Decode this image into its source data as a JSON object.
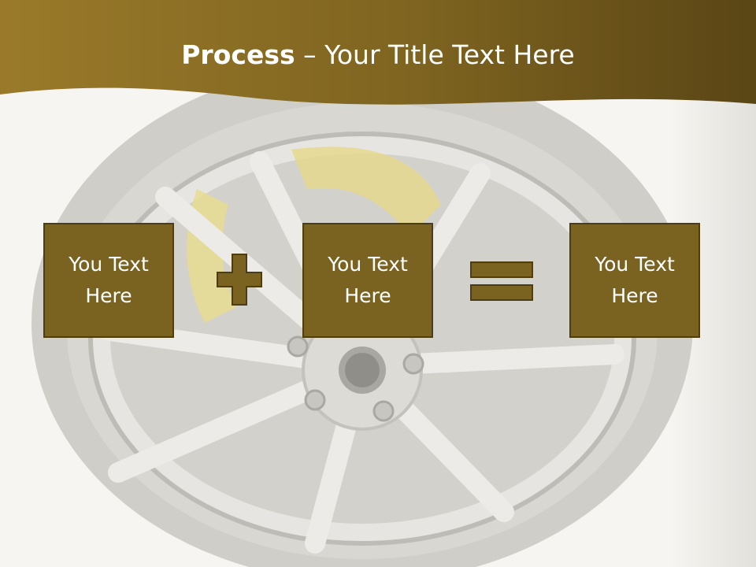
{
  "slide": {
    "title_bold": "Process",
    "title_separator": " – ",
    "title_rest": "Your Title Text Here"
  },
  "process": {
    "boxes": [
      {
        "text": "You Text Here"
      },
      {
        "text": "You Text Here"
      },
      {
        "text": "You Text Here"
      }
    ],
    "operators": [
      "plus-icon",
      "equals-icon"
    ]
  },
  "colors": {
    "banner_dark": "#5a4515",
    "banner_light": "#9a7a2a",
    "box_fill": "#7a6320",
    "box_border": "#4e3d10",
    "background": "#f6f5f1"
  }
}
